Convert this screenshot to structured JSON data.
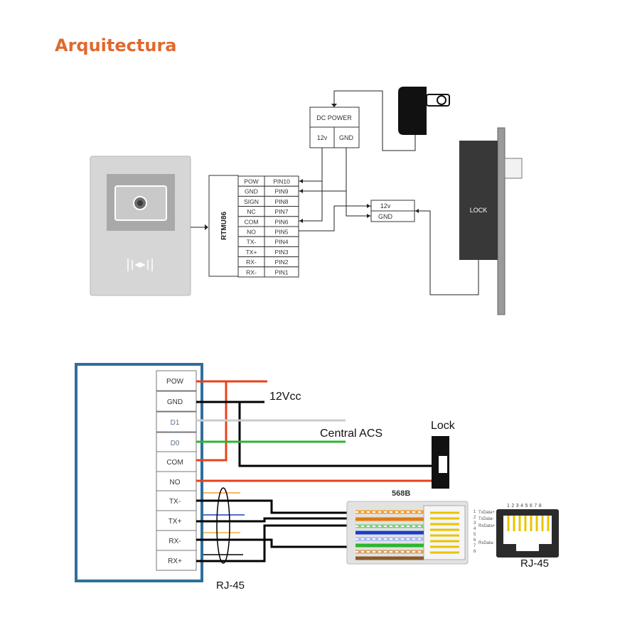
{
  "title": "Arquitectura",
  "top_diagram": {
    "controller_label": "RTMU86",
    "pin_table": [
      {
        "signal": "POW",
        "pin": "PIN10"
      },
      {
        "signal": "GND",
        "pin": "PIN9"
      },
      {
        "signal": "SIGN",
        "pin": "PIN8"
      },
      {
        "signal": "NC",
        "pin": "PIN7"
      },
      {
        "signal": "COM",
        "pin": "PIN6"
      },
      {
        "signal": "NO",
        "pin": "PIN5"
      },
      {
        "signal": "TX-",
        "pin": "PIN4"
      },
      {
        "signal": "TX+",
        "pin": "PIN3"
      },
      {
        "signal": "RX-",
        "pin": "PIN2"
      },
      {
        "signal": "RX-",
        "pin": "PIN1"
      }
    ],
    "dc_power": {
      "label": "DC POWER",
      "left": "12v",
      "right": "GND"
    },
    "lock_terminal": {
      "top": "12v",
      "bottom": "GND"
    },
    "lock_label": "LOCK"
  },
  "bottom_diagram": {
    "pins": [
      "POW",
      "GND",
      "D1",
      "D0",
      "COM",
      "NO",
      "TX-",
      "TX+",
      "RX-",
      "RX+"
    ],
    "label_12vcc": "12Vcc",
    "label_central_acs": "Central ACS",
    "label_lock": "Lock",
    "label_568b": "568B",
    "label_rj45_left": "RJ-45",
    "label_rj45_right": "RJ-45",
    "jack_numbers": "12345678",
    "jack_signals": [
      "TxData+",
      "TxData-",
      "RxData+",
      "RxData-"
    ],
    "colors": {
      "power": "#e8401c",
      "ground": "#000000",
      "d1": "#cccccc",
      "d0": "#2db52d",
      "frame": "#2f6f9b",
      "accent": "#e0692e"
    }
  }
}
